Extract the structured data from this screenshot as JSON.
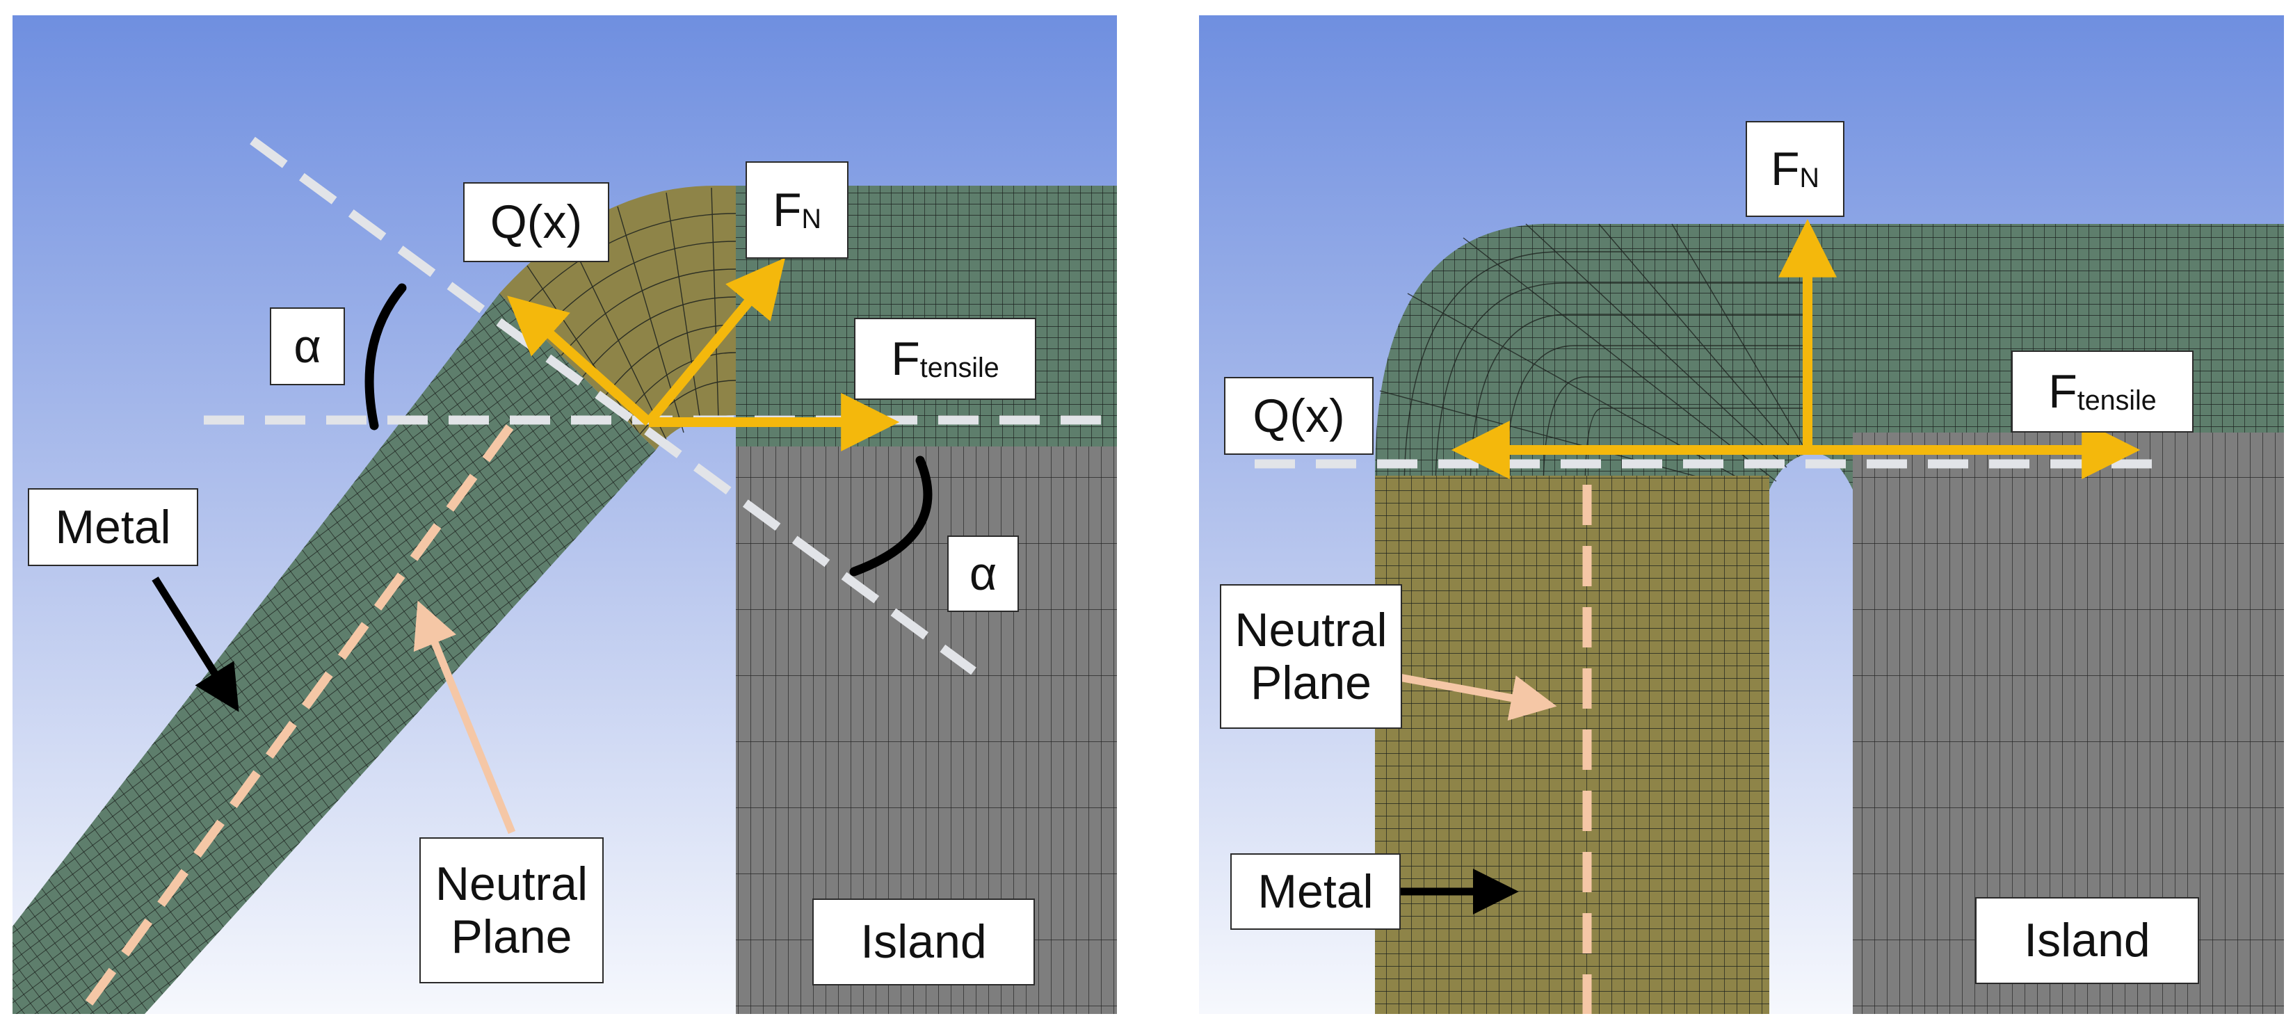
{
  "colors": {
    "sky_top": "#6f8fe0",
    "sky_bottom": "#f6f8fd",
    "metal_green": "#5e7e6c",
    "metal_olive": "#8e8448",
    "island_gray": "#7e7e7e",
    "mesh_line": "#1c211e",
    "force_arrow": "#f4b80c",
    "dashed_line": "#e2e4e8",
    "neutral_line": "#f5c7a6",
    "callout_black": "#000000"
  },
  "left": {
    "labels": {
      "shear": "Q(x)",
      "normal_main": "F",
      "normal_sub": "N",
      "tensile_main": "F",
      "tensile_sub": "tensile",
      "angle_top": "α",
      "angle_bottom": "α",
      "metal": "Metal",
      "neutral_line1": "Neutral",
      "neutral_line2": "Plane",
      "island": "Island"
    }
  },
  "right": {
    "labels": {
      "normal_main": "F",
      "normal_sub": "N",
      "tensile_main": "F",
      "tensile_sub": "tensile",
      "shear": "Q(x)",
      "neutral_line1": "Neutral",
      "neutral_line2": "Plane",
      "metal": "Metal",
      "island": "Island"
    }
  }
}
